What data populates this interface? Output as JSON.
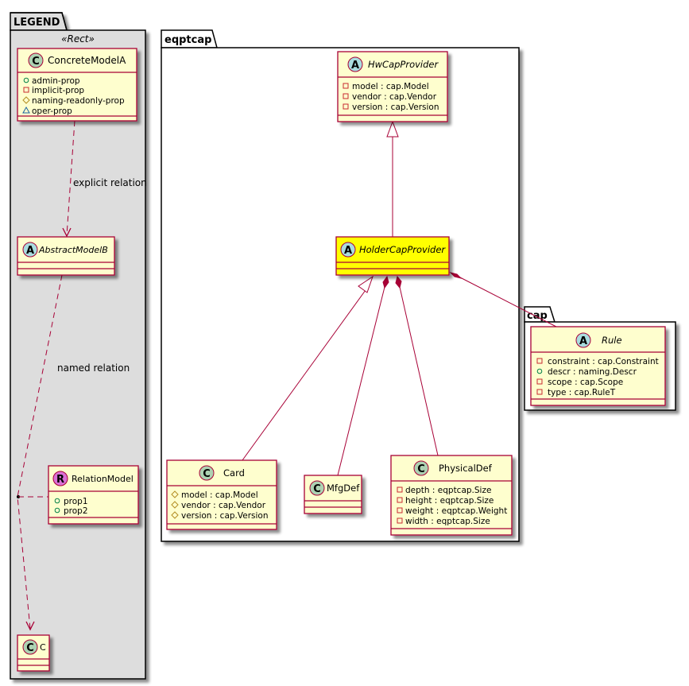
{
  "packages": {
    "legend": {
      "name": "LEGEND",
      "stereotype": "«Rect»"
    },
    "eqptcap": {
      "name": "eqptcap"
    },
    "cap": {
      "name": "cap"
    }
  },
  "classes": {
    "concreteModelA": {
      "kind": "C",
      "name": "ConcreteModelA",
      "attrs": [
        {
          "vis": "public",
          "text": "admin-prop"
        },
        {
          "vis": "private",
          "text": "implicit-prop"
        },
        {
          "vis": "protected",
          "text": "naming-readonly-prop"
        },
        {
          "vis": "package",
          "text": "oper-prop"
        }
      ]
    },
    "abstractModelB": {
      "kind": "A",
      "name": "AbstractModelB",
      "attrs": []
    },
    "relationModel": {
      "kind": "R",
      "name": "RelationModel",
      "attrs": [
        {
          "vis": "public",
          "text": "prop1"
        },
        {
          "vis": "public",
          "text": "prop2"
        }
      ]
    },
    "c": {
      "kind": "C",
      "name": "C",
      "attrs": []
    },
    "hwCapProvider": {
      "kind": "A",
      "name": "HwCapProvider",
      "attrs": [
        {
          "vis": "private",
          "text": "model : cap.Model"
        },
        {
          "vis": "private",
          "text": "vendor : cap.Vendor"
        },
        {
          "vis": "private",
          "text": "version : cap.Version"
        }
      ]
    },
    "holderCapProvider": {
      "kind": "A",
      "name": "HolderCapProvider",
      "attrs": [],
      "highlight": "#FFFF00"
    },
    "card": {
      "kind": "C",
      "name": "Card",
      "attrs": [
        {
          "vis": "protected",
          "text": "model : cap.Model"
        },
        {
          "vis": "protected",
          "text": "vendor : cap.Vendor"
        },
        {
          "vis": "protected",
          "text": "version : cap.Version"
        }
      ]
    },
    "mfgDef": {
      "kind": "C",
      "name": "MfgDef",
      "attrs": []
    },
    "physicalDef": {
      "kind": "C",
      "name": "PhysicalDef",
      "attrs": [
        {
          "vis": "private",
          "text": "depth : eqptcap.Size"
        },
        {
          "vis": "private",
          "text": "height : eqptcap.Size"
        },
        {
          "vis": "private",
          "text": "weight : eqptcap.Weight"
        },
        {
          "vis": "private",
          "text": "width : eqptcap.Size"
        }
      ]
    },
    "rule": {
      "kind": "A",
      "name": "Rule",
      "attrs": [
        {
          "vis": "private",
          "text": "constraint : cap.Constraint"
        },
        {
          "vis": "public",
          "text": "descr : naming.Descr"
        },
        {
          "vis": "private",
          "text": "scope : cap.Scope"
        },
        {
          "vis": "private",
          "text": "type : cap.RuleT"
        }
      ]
    }
  },
  "relations": {
    "explicit": {
      "label": "explicit relation"
    },
    "named": {
      "label": "named relation"
    }
  },
  "colors": {
    "classFill": "#FEFECE",
    "border": "#A80036",
    "legendFill": "#DDDDDD",
    "circleC": "#ADD1B2",
    "circleA": "#A9DCDF",
    "circleR": "#DA70D6"
  }
}
